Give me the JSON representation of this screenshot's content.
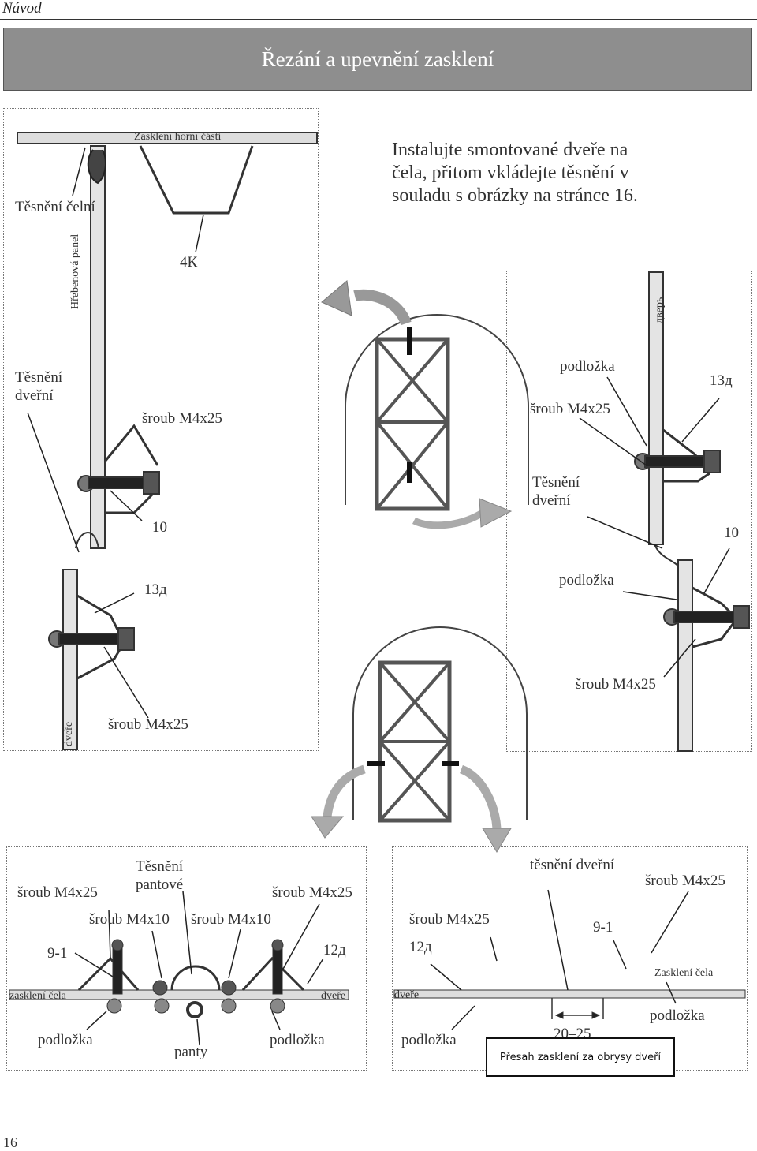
{
  "header": {
    "section": "Návod",
    "title": "Řezání a upevnění zasklení"
  },
  "instruction": "Instalujte smontované dveře na čela, přitom vkládejte těsnění v souladu s obrázky na stránce 16.",
  "labels": {
    "top_glazing": "Zasklení horní části",
    "seal_front": "Těsnění čelní",
    "profile_4k": "4К",
    "ridge_panel": "Hřebenová panel",
    "seal_door_left": "Těsnění dveřní",
    "bolt_left_top": "šroub M4x25",
    "num_10_left": "10",
    "num_13d_left": "13д",
    "door_left": "dveře",
    "bolt_left_bottom": "šroub M4x25",
    "door_ru": "дверь",
    "washer_right_top": "podložka",
    "num_13d_right": "13д",
    "bolt_right_top": "šroub M4x25",
    "seal_door_right": "Těsnění dveřní",
    "num_10_right": "10",
    "washer_right_mid": "podložka",
    "bolt_right_bottom": "šroub M4x25"
  },
  "hinge_panel": {
    "bolt_left": "šroub M4x25",
    "seal_hinge": "Těsnění pantové",
    "bolt_right": "šroub M4x25",
    "bolt_m4x10_a": "šroub M4x10",
    "bolt_m4x10_b": "šroub M4x10",
    "num_9_1": "9-1",
    "num_12d": "12д",
    "glazing_front": "zasklení čela",
    "door": "dveře",
    "washer_left": "podložka",
    "hinges": "panty",
    "washer_right": "podložka"
  },
  "door_panel": {
    "seal_door": "těsnění dveřní",
    "bolt_top": "šroub M4x25",
    "bolt_left": "šroub M4x25",
    "num_9_1": "9-1",
    "num_12d": "12д",
    "glazing_front": "Zasklení čela",
    "door": "dveře",
    "washer_right": "podložka",
    "washer_left": "podložka",
    "dimension": "20–25",
    "overlap_note": "Přesah zasklení za obrysy dveří"
  },
  "page_number": "16"
}
